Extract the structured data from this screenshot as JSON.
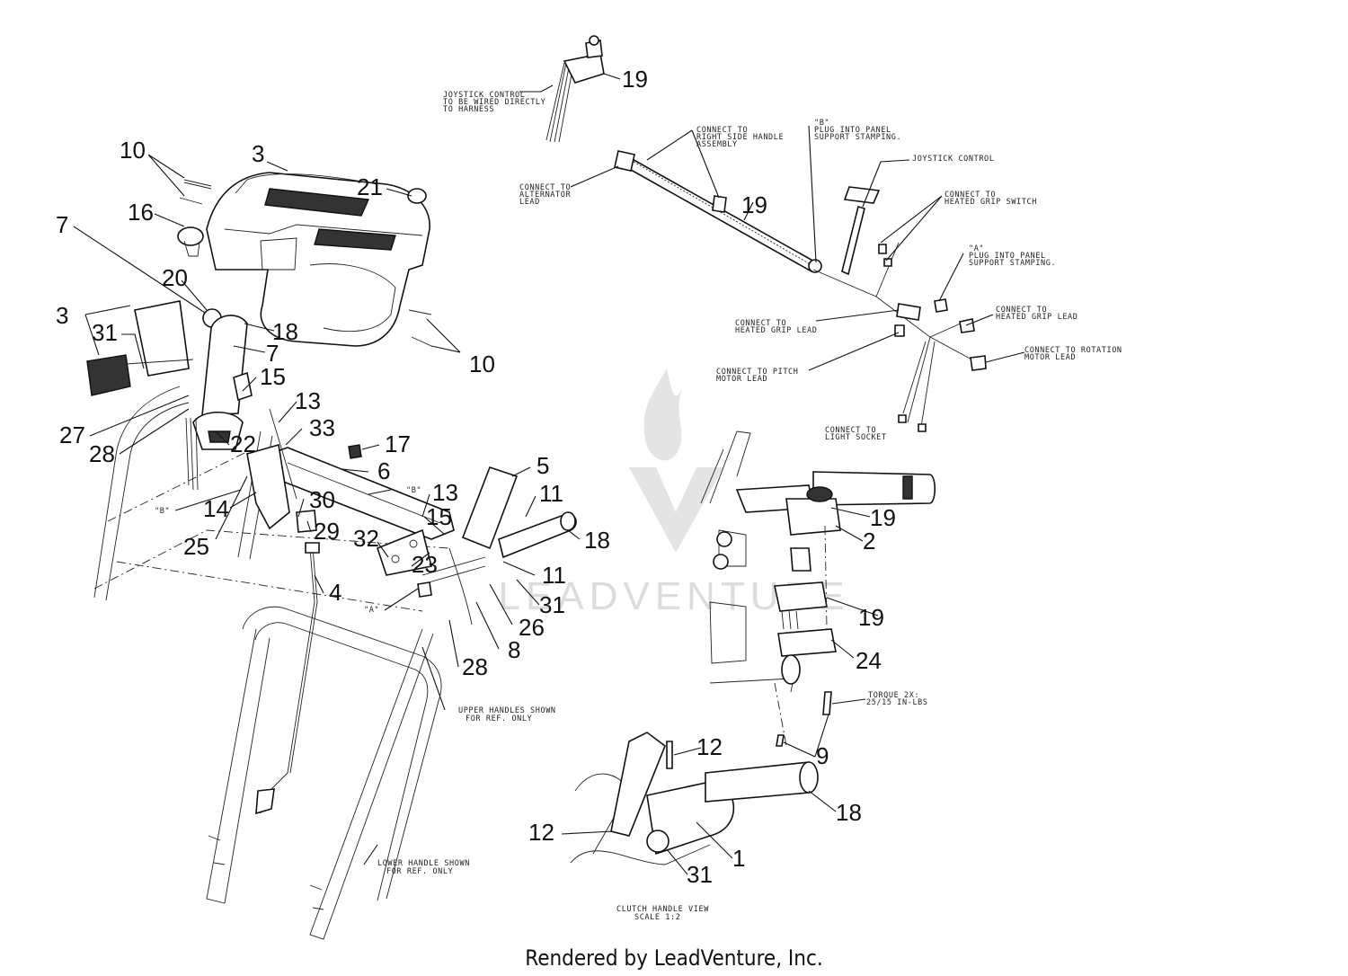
{
  "footer": "Rendered by LeadVenture, Inc.",
  "watermark": "LEADVENTURE",
  "colors": {
    "ink": "#111111",
    "watermark": "#d9d9d9",
    "background": "#ffffff"
  },
  "callouts": {
    "c19a": "19",
    "c10a": "10",
    "c3a": "3",
    "c21": "21",
    "c16": "16",
    "c7a": "7",
    "c20": "20",
    "c3b": "3",
    "c31a": "31",
    "c18a": "18",
    "c7b": "7",
    "c10b": "10",
    "c15a": "15",
    "c13a": "13",
    "c33": "33",
    "c27": "27",
    "c28a": "28",
    "c22": "22",
    "c17": "17",
    "c6": "6",
    "c5": "5",
    "c13b": "13",
    "c30": "30",
    "c14": "14",
    "c11a": "11",
    "c15b": "15",
    "c25": "25",
    "c29": "29",
    "c32": "32",
    "c18b": "18",
    "c23": "23",
    "c11b": "11",
    "c4": "4",
    "c31b": "31",
    "c26": "26",
    "c8": "8",
    "c28b": "28",
    "c19b": "19",
    "c2": "2",
    "c19c": "19",
    "c24": "24",
    "c9": "9",
    "c12a": "12",
    "c12b": "12",
    "c18c": "18",
    "c1": "1",
    "c31c": "31",
    "c19d": "19"
  },
  "notes": {
    "joystick_wired": [
      "JOYSTICK CONTROL",
      "TO BE WIRED DIRECTLY",
      "TO HARNESS"
    ],
    "right_side_handle": [
      "CONNECT TO",
      "RIGHT SIDE HANDLE",
      "ASSEMBLY"
    ],
    "b_plug": [
      "\"B\"",
      "PLUG INTO PANEL",
      "SUPPORT STAMPING."
    ],
    "joystick_control": [
      "JOYSTICK CONTROL"
    ],
    "alternator": [
      "CONNECT TO",
      "ALTERNATOR",
      "LEAD"
    ],
    "heated_grip_switch": [
      "CONNECT TO",
      "HEATED GRIP SWITCH"
    ],
    "a_plug": [
      "\"A\"",
      "PLUG INTO PANEL",
      "SUPPORT STAMPING."
    ],
    "heated_grip_lead_left": [
      "CONNECT TO",
      "HEATED GRIP LEAD"
    ],
    "heated_grip_lead_right": [
      "CONNECT TO",
      "HEATED GRIP LEAD"
    ],
    "rotation_motor": [
      "CONNECT TO ROTATION",
      "MOTOR LEAD"
    ],
    "pitch_motor": [
      "CONNECT TO PITCH",
      "MOTOR LEAD"
    ],
    "light_socket": [
      "CONNECT TO",
      "LIGHT SOCKET"
    ],
    "upper_handles": [
      "UPPER HANDLES SHOWN",
      "FOR REF. ONLY"
    ],
    "lower_handle": [
      "LOWER HANDLE SHOWN",
      "FOR REF. ONLY"
    ],
    "torque": [
      "TORQUE 2X:",
      "25/15 IN-LBS"
    ],
    "clutch_view": [
      "CLUTCH HANDLE VIEW",
      "SCALE 1:2"
    ],
    "ref_b": "\"B\"",
    "ref_b2": "\"B\"",
    "ref_a": "\"A\""
  }
}
